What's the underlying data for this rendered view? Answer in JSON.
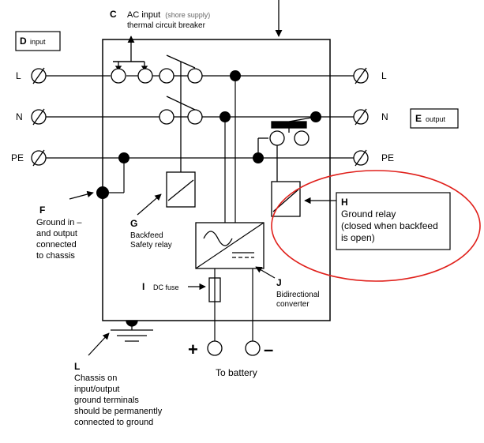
{
  "colors": {
    "line": "#000000",
    "highlight": "#e0201b",
    "background": "#ffffff"
  },
  "terminals": {
    "input": {
      "L": "L",
      "N": "N",
      "PE": "PE"
    },
    "output": {
      "L": "L",
      "N": "N",
      "PE": "PE"
    }
  },
  "labels": {
    "C": {
      "letter": "C",
      "title": "AC input",
      "note": "(shore supply)",
      "line2": "thermal circuit breaker"
    },
    "D": {
      "letter": "D",
      "text": "input"
    },
    "E": {
      "letter": "E",
      "text": "output"
    },
    "F": {
      "letter": "F",
      "lines": [
        "Ground in –",
        "and output",
        "connected",
        "to chassis"
      ]
    },
    "G": {
      "letter": "G",
      "lines": [
        "Backfeed",
        "Safety relay"
      ]
    },
    "H": {
      "letter": "H",
      "lines": [
        "Ground relay",
        "(closed when backfeed",
        "is open)"
      ]
    },
    "I": {
      "letter": "I",
      "text": "DC fuse"
    },
    "J": {
      "letter": "J",
      "lines": [
        "Bidirectional",
        "converter"
      ]
    },
    "L": {
      "letter": "L",
      "lines": [
        "Chassis on",
        "input/output",
        "ground terminals",
        "should be permanently",
        "connected to ground"
      ]
    }
  },
  "battery": {
    "plus": "+",
    "minus": "–",
    "label": "To battery"
  }
}
